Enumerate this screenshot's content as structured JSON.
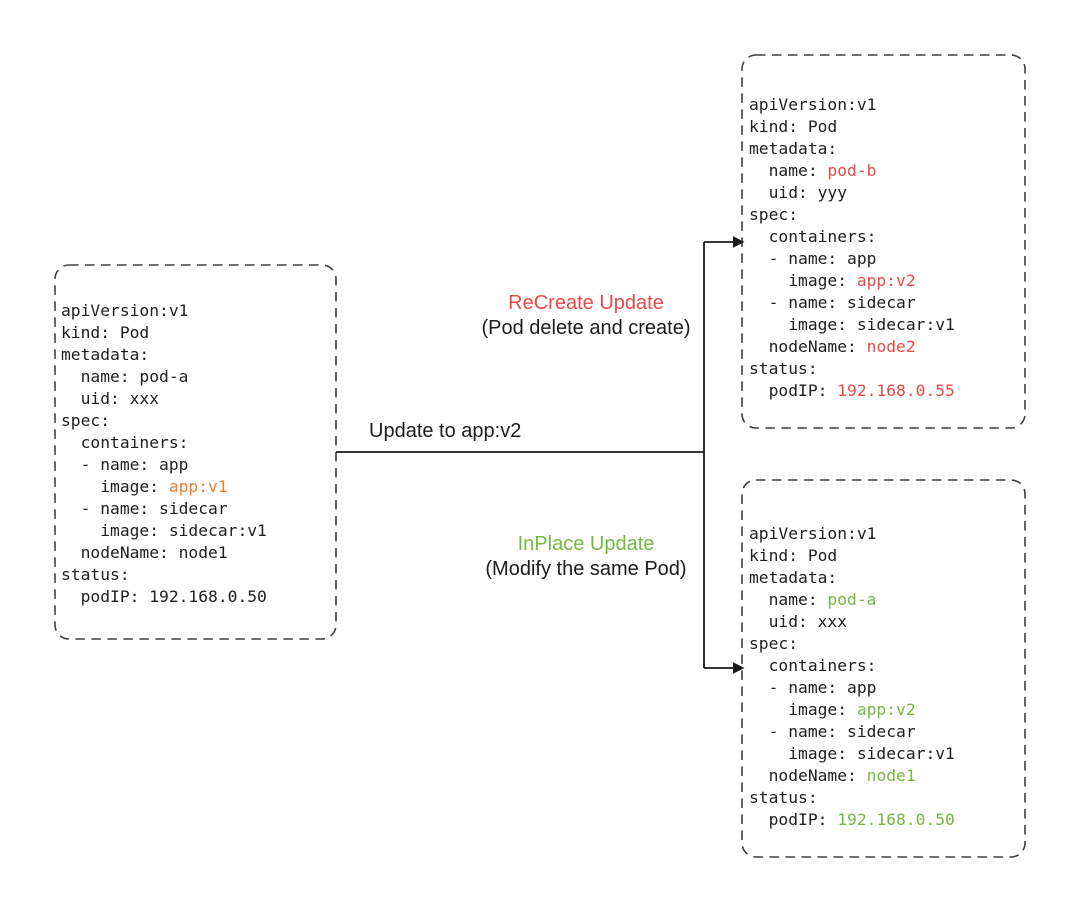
{
  "colors": {
    "text": "#1e1e1e",
    "orange": "#ED7D31",
    "red": "#E84A4A",
    "green": "#76B83F",
    "border": "#3f3f3f",
    "arrow": "#1a1a1a",
    "background": "#ffffff"
  },
  "annotations": {
    "update_action": "Update to app:v2",
    "recreate_title": "ReCreate Update",
    "recreate_subtitle": "(Pod delete and create)",
    "inplace_title": "InPlace Update",
    "inplace_subtitle": "(Modify the same Pod)"
  },
  "pods": {
    "original": {
      "lines": [
        [
          [
            "apiVersion:v1",
            null
          ]
        ],
        [
          [
            "kind: Pod",
            null
          ]
        ],
        [
          [
            "metadata:",
            null
          ]
        ],
        [
          [
            "  name: pod-a",
            null
          ]
        ],
        [
          [
            "  uid: xxx",
            null
          ]
        ],
        [
          [
            "spec:",
            null
          ]
        ],
        [
          [
            "  containers:",
            null
          ]
        ],
        [
          [
            "  - name: app",
            null
          ]
        ],
        [
          [
            "    image: ",
            null
          ],
          [
            "app:v1",
            "orange"
          ]
        ],
        [
          [
            "  - name: sidecar",
            null
          ]
        ],
        [
          [
            "    image: sidecar:v1",
            null
          ]
        ],
        [
          [
            "  nodeName: node1",
            null
          ]
        ],
        [
          [
            "status:",
            null
          ]
        ],
        [
          [
            "  podIP: 192.168.0.50",
            null
          ]
        ]
      ]
    },
    "recreated": {
      "lines": [
        [
          [
            "apiVersion:v1",
            null
          ]
        ],
        [
          [
            "kind: Pod",
            null
          ]
        ],
        [
          [
            "metadata:",
            null
          ]
        ],
        [
          [
            "  name: ",
            null
          ],
          [
            "pod-b",
            "red"
          ]
        ],
        [
          [
            "  uid: yyy",
            null
          ]
        ],
        [
          [
            "spec:",
            null
          ]
        ],
        [
          [
            "  containers:",
            null
          ]
        ],
        [
          [
            "  - name: app",
            null
          ]
        ],
        [
          [
            "    image: ",
            null
          ],
          [
            "app:v2",
            "red"
          ]
        ],
        [
          [
            "  - name: sidecar",
            null
          ]
        ],
        [
          [
            "    image: sidecar:v1",
            null
          ]
        ],
        [
          [
            "  nodeName: ",
            null
          ],
          [
            "node2",
            "red"
          ]
        ],
        [
          [
            "status:",
            null
          ]
        ],
        [
          [
            "  podIP: ",
            null
          ],
          [
            "192.168.0.55",
            "red"
          ]
        ]
      ]
    },
    "inplace": {
      "lines": [
        [
          [
            "apiVersion:v1",
            null
          ]
        ],
        [
          [
            "kind: Pod",
            null
          ]
        ],
        [
          [
            "metadata:",
            null
          ]
        ],
        [
          [
            "  name: ",
            null
          ],
          [
            "pod-a",
            "green"
          ]
        ],
        [
          [
            "  uid: xxx",
            null
          ]
        ],
        [
          [
            "spec:",
            null
          ]
        ],
        [
          [
            "  containers:",
            null
          ]
        ],
        [
          [
            "  - name: app",
            null
          ]
        ],
        [
          [
            "    image: ",
            null
          ],
          [
            "app:v2",
            "green"
          ]
        ],
        [
          [
            "  - name: sidecar",
            null
          ]
        ],
        [
          [
            "    image: sidecar:v1",
            null
          ]
        ],
        [
          [
            "  nodeName: ",
            null
          ],
          [
            "node1",
            "green"
          ]
        ],
        [
          [
            "status:",
            null
          ]
        ],
        [
          [
            "  podIP: ",
            null
          ],
          [
            "192.168.0.50",
            "green"
          ]
        ]
      ]
    }
  }
}
